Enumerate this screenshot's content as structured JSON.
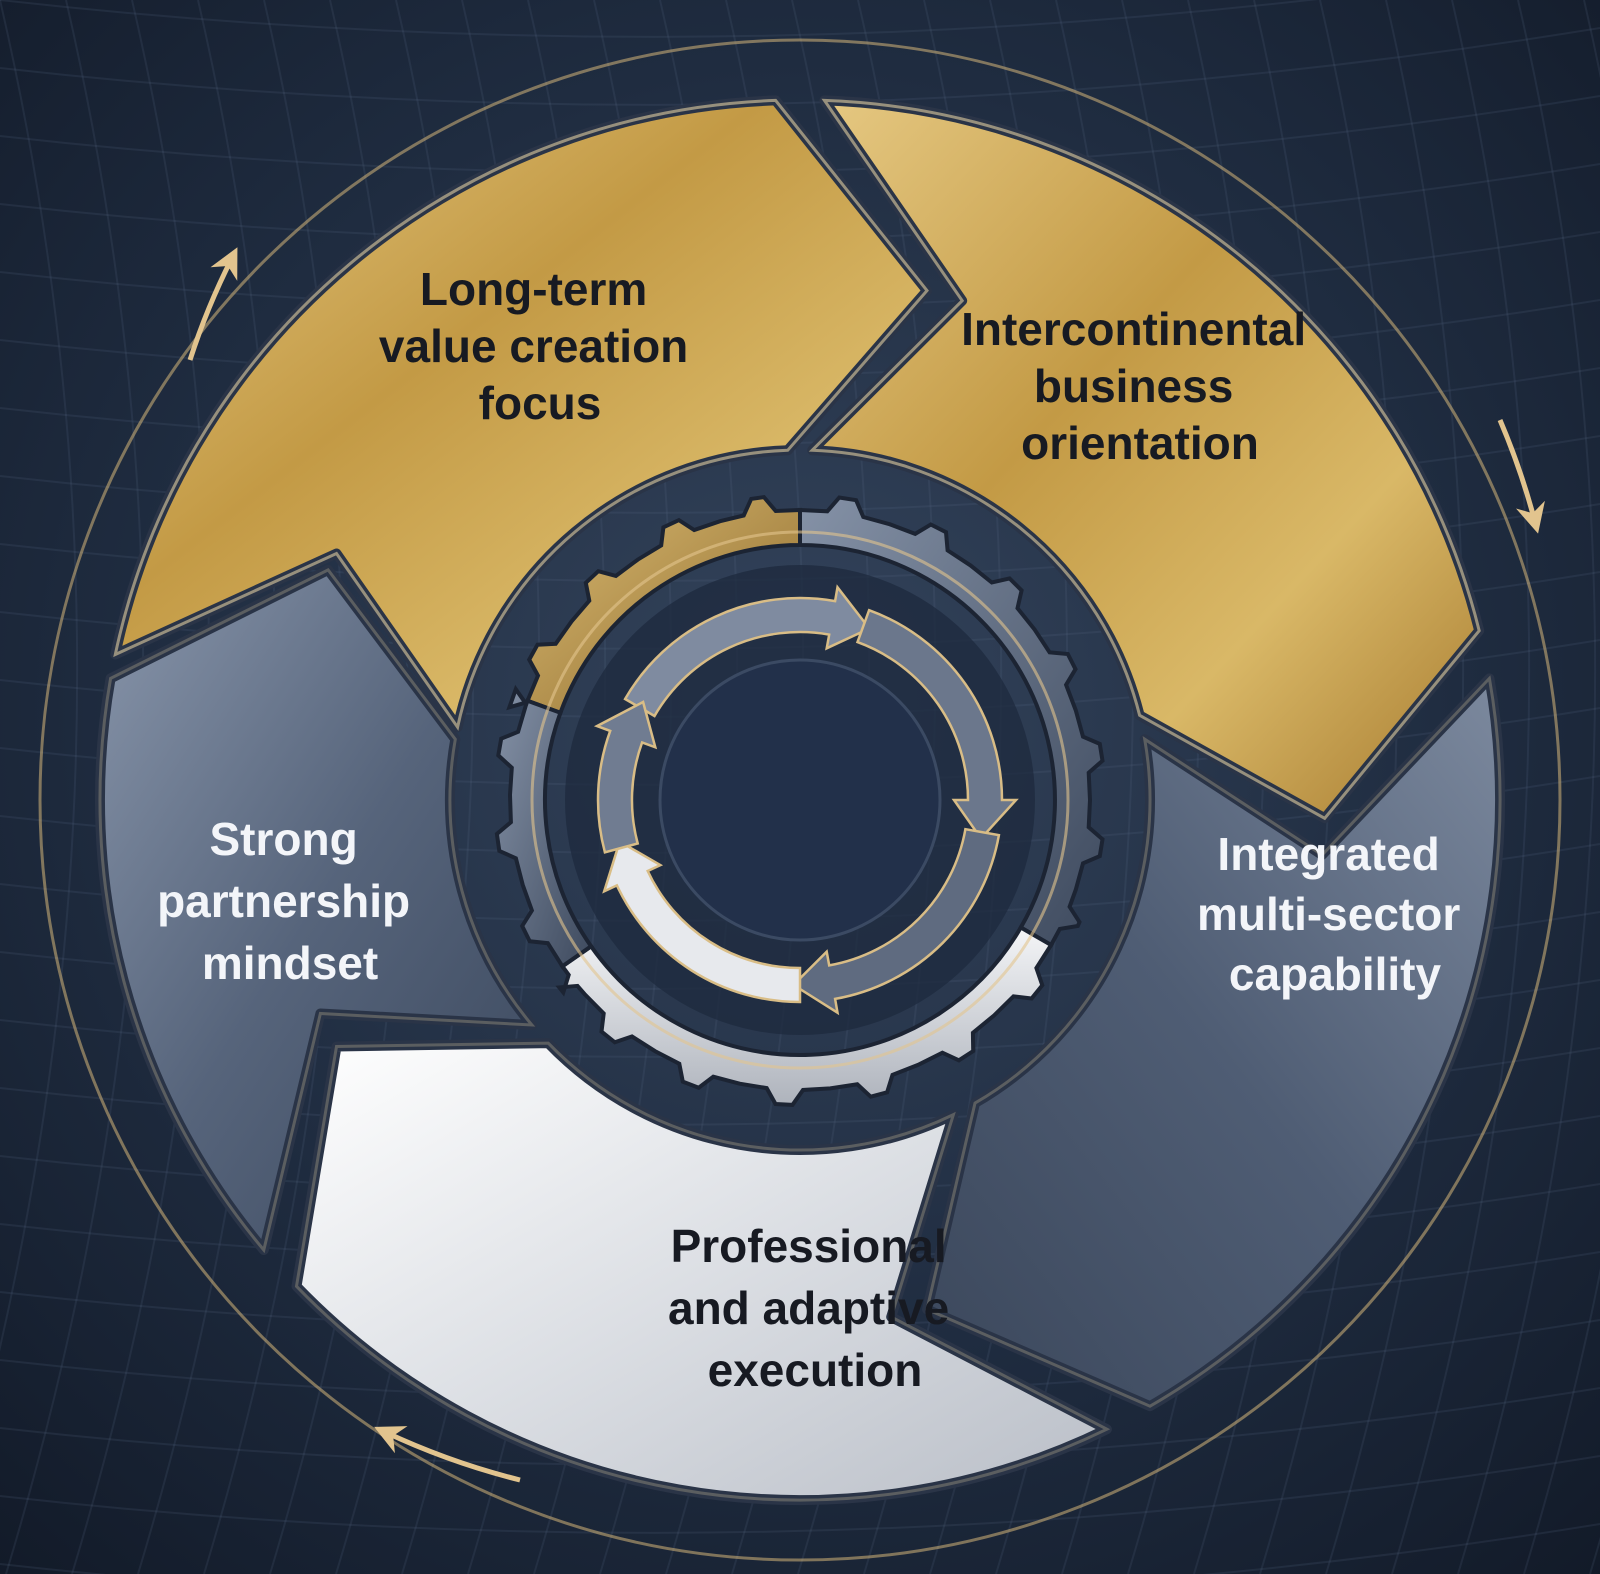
{
  "segments": [
    {
      "id": "long-term",
      "lines": [
        "Long-term",
        "value creation",
        "focus"
      ],
      "tone": "gold"
    },
    {
      "id": "intercontinental",
      "lines": [
        "Intercontinental",
        "business",
        "orientation"
      ],
      "tone": "gold"
    },
    {
      "id": "integrated",
      "lines": [
        "Integrated",
        "multi-sector",
        "capability"
      ],
      "tone": "steel"
    },
    {
      "id": "professional",
      "lines": [
        "Professional",
        "and adaptive",
        "execution"
      ],
      "tone": "silver"
    },
    {
      "id": "partnership",
      "lines": [
        "Strong",
        "partnership",
        "mindset"
      ],
      "tone": "steel"
    }
  ],
  "colors": {
    "background": "#1b283b",
    "gold": "#c9a24e",
    "steel": "#5d6b82",
    "silver": "#e4e6ea",
    "ring_accent": "#d6b77a"
  },
  "icons": [
    "gear-icon",
    "cycle-arrows-icon",
    "orbit-arrow-icon"
  ]
}
